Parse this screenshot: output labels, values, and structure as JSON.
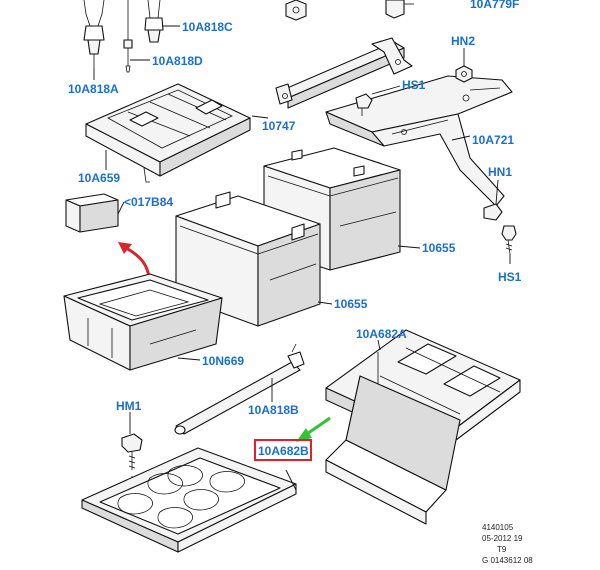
{
  "labels": {
    "top_right_partial": "10A779F",
    "l10A818C": "10A818C",
    "l10A818D": "10A818D",
    "l10A818A": "10A818A",
    "l10747": "10747",
    "lHN2": "HN2",
    "lHS1_top": "HS1",
    "l10A721": "10A721",
    "lHN1": "HN1",
    "l10A659": "10A659",
    "l017B84": "<017B84",
    "l10655_a": "10655",
    "l10655_b": "10655",
    "lHS1_bottom": "HS1",
    "l10A682A": "10A682A",
    "l10N669": "10N669",
    "l10A818B": "10A818B",
    "lHM1": "HM1",
    "l10A682B": "10A682B"
  },
  "footer": {
    "line1": "4140105",
    "line2": "05-2012 19",
    "line3": "T9",
    "line4": "G 0143612 08"
  },
  "colors": {
    "label_blue": "#1a6fd1",
    "highlight_red": "#e0202a",
    "arrow_red": "#d9262a",
    "arrow_green": "#33c233"
  }
}
